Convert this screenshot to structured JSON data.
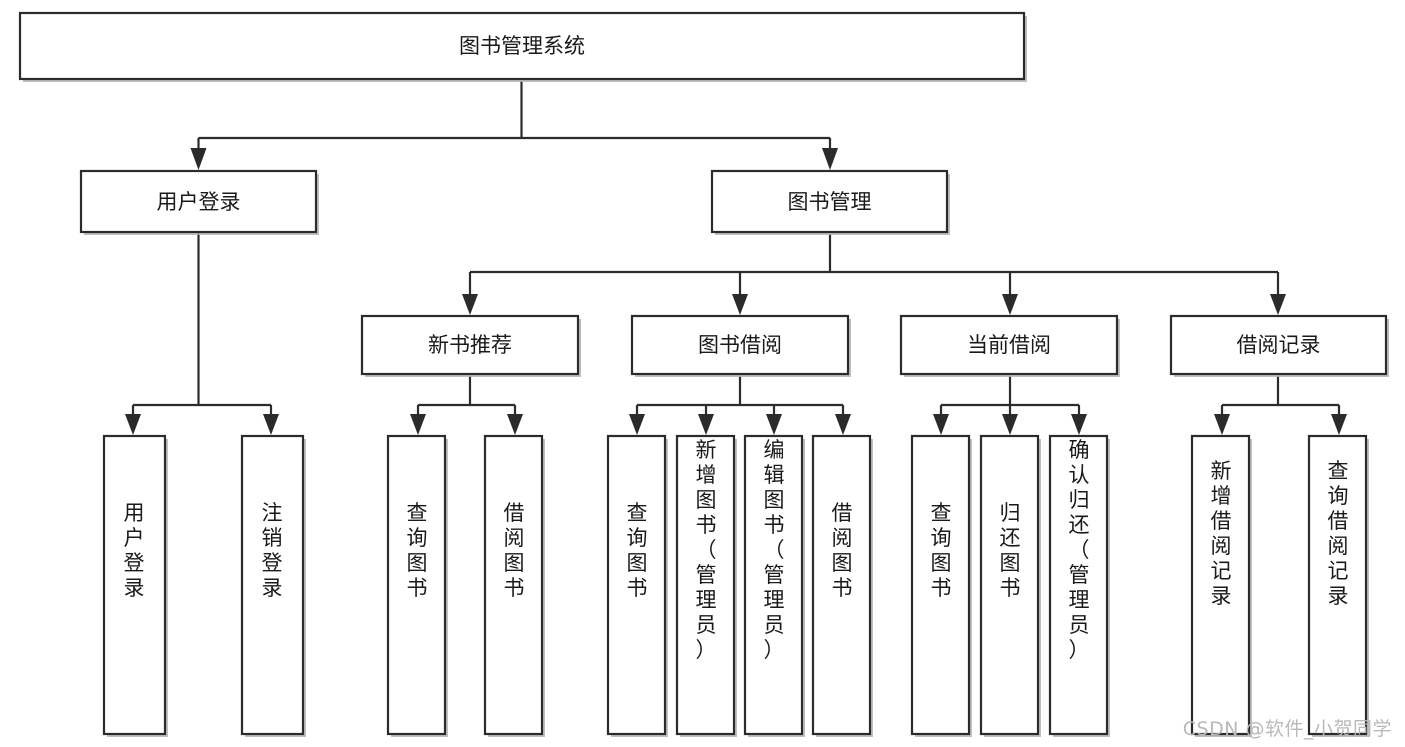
{
  "diagram": {
    "title": "图书管理系统",
    "type": "tree-hierarchy",
    "watermark": "CSDN @软件_小贺同学",
    "colors": {
      "background": "#ffffff",
      "box_stroke": "#2b2b2b",
      "box_fill": "#ffffff",
      "text": "#1a1a1a",
      "shadow": "#b4b4b4",
      "watermark": "#b9b9b9"
    },
    "root": {
      "id": "root",
      "label": "图书管理系统"
    },
    "level2": [
      {
        "id": "user-login",
        "label": "用户登录"
      },
      {
        "id": "book-manage",
        "label": "图书管理"
      }
    ],
    "level3": [
      {
        "id": "new-book-rec",
        "label": "新书推荐",
        "parent": "book-manage"
      },
      {
        "id": "book-borrow",
        "label": "图书借阅",
        "parent": "book-manage"
      },
      {
        "id": "current-borrow",
        "label": "当前借阅",
        "parent": "book-manage"
      },
      {
        "id": "borrow-record",
        "label": "借阅记录",
        "parent": "book-manage"
      }
    ],
    "leaves": [
      {
        "id": "leaf-user-login",
        "label": "用户登录",
        "parent": "user-login"
      },
      {
        "id": "leaf-user-logout",
        "label": "注销登录",
        "parent": "user-login"
      },
      {
        "id": "leaf-query-book-1",
        "label": "查询图书",
        "parent": "new-book-rec"
      },
      {
        "id": "leaf-borrow-book-1",
        "label": "借阅图书",
        "parent": "new-book-rec"
      },
      {
        "id": "leaf-query-book-2",
        "label": "查询图书",
        "parent": "book-borrow"
      },
      {
        "id": "leaf-add-book",
        "label": "新增图书（管理员）",
        "parent": "book-borrow"
      },
      {
        "id": "leaf-edit-book",
        "label": "编辑图书（管理员）",
        "parent": "book-borrow"
      },
      {
        "id": "leaf-borrow-book-2",
        "label": "借阅图书",
        "parent": "book-borrow"
      },
      {
        "id": "leaf-query-book-3",
        "label": "查询图书",
        "parent": "current-borrow"
      },
      {
        "id": "leaf-return-book",
        "label": "归还图书",
        "parent": "current-borrow"
      },
      {
        "id": "leaf-confirm-return",
        "label": "确认归还（管理员）",
        "parent": "current-borrow"
      },
      {
        "id": "leaf-add-record",
        "label": "新增借阅记录",
        "parent": "borrow-record"
      },
      {
        "id": "leaf-query-record",
        "label": "查询借阅记录",
        "parent": "borrow-record"
      }
    ]
  }
}
